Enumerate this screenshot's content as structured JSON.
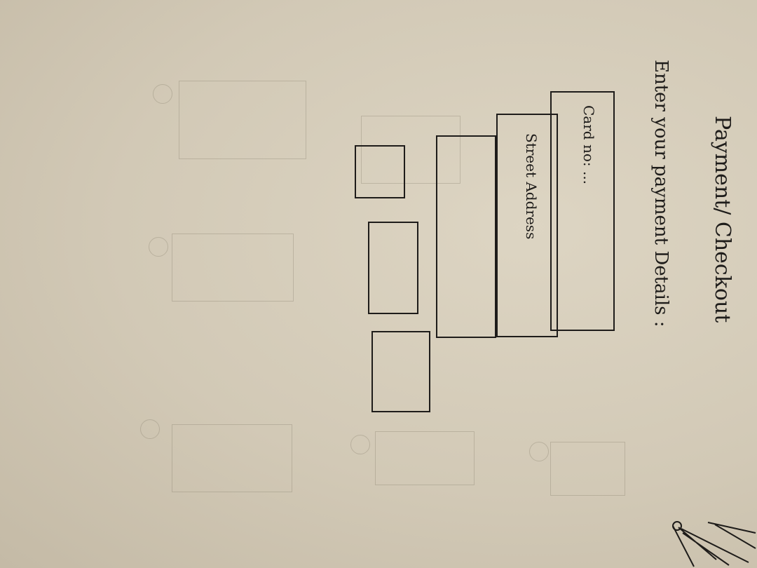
{
  "page": {
    "title": "Payment/ Checkout",
    "subtitle": "Enter your payment Details :",
    "fields": {
      "card_number": {
        "label": "Card no: ..."
      },
      "street_address": {
        "label": "Street Address"
      }
    }
  },
  "colors": {
    "paper": "#d6cdbb",
    "ink": "#1e1c1a",
    "ghost": "#786e5f"
  }
}
